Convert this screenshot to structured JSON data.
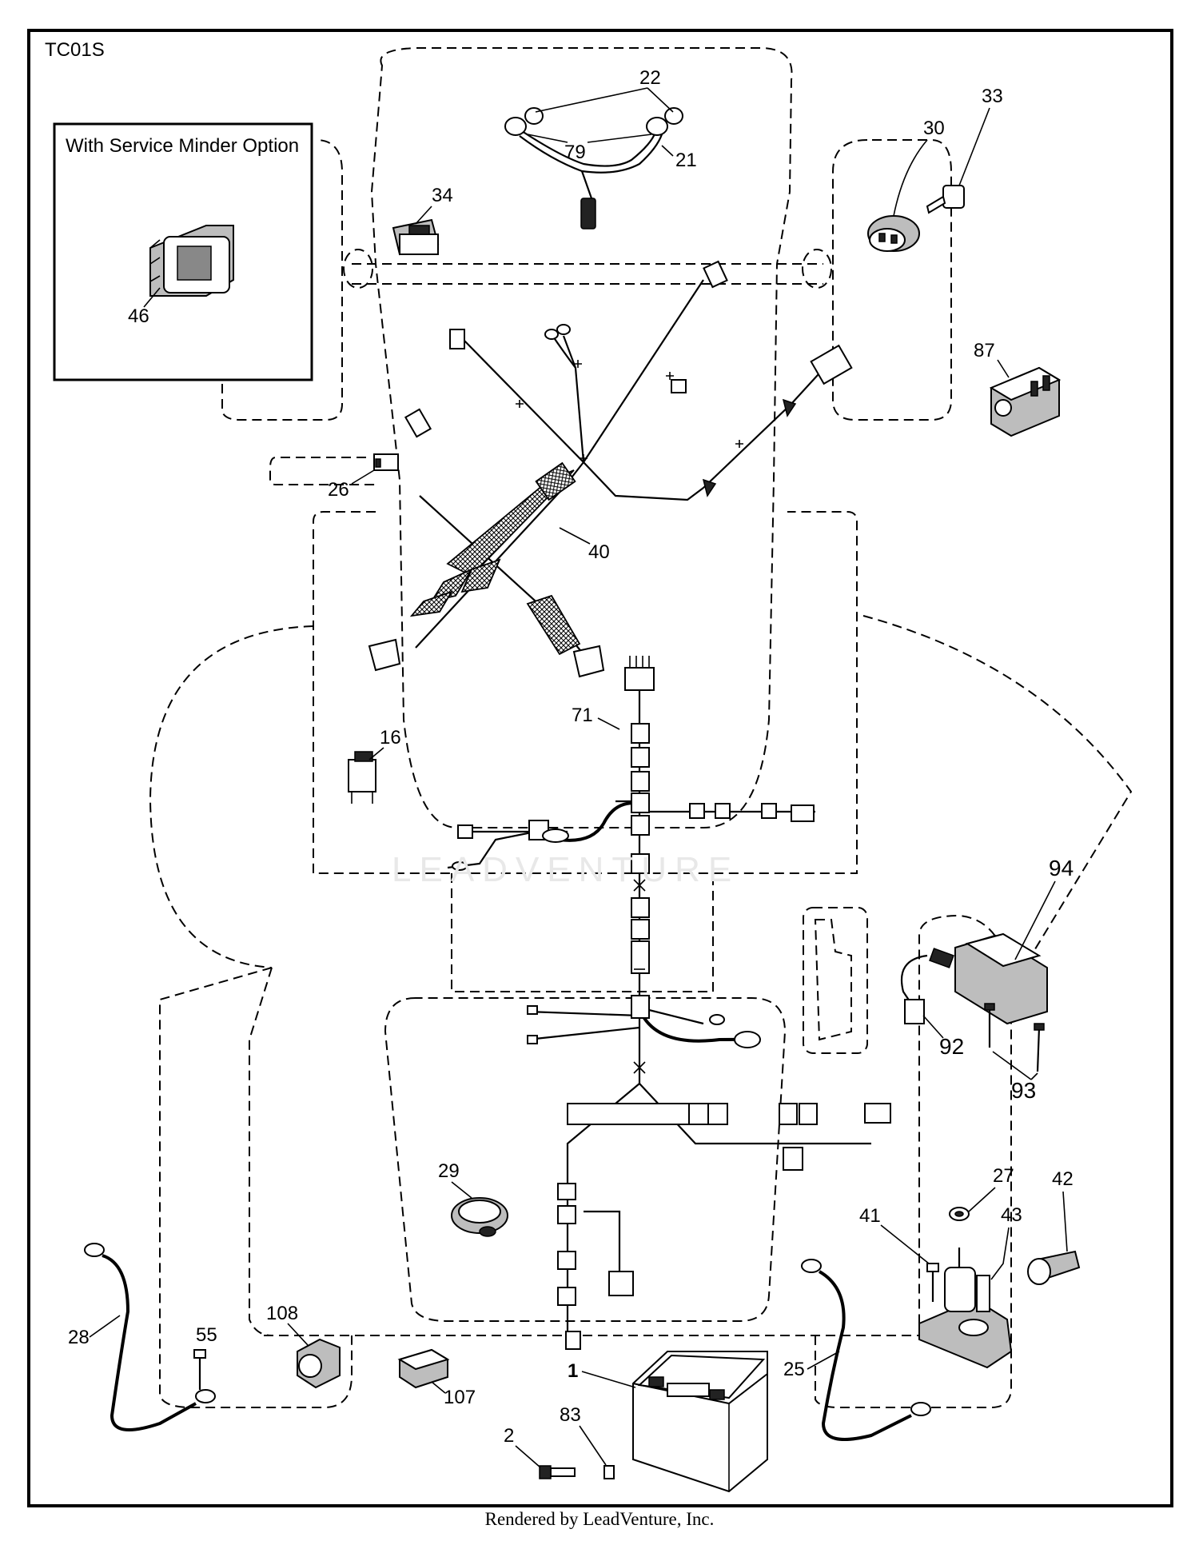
{
  "diagram_code": "TC01S",
  "inset": {
    "title": "With Service Minder Option",
    "part": "46"
  },
  "watermark": "LEADVENTURE",
  "footer": "Rendered by LeadVenture, Inc.",
  "callouts": {
    "c22": "22",
    "c79": "79",
    "c21": "21",
    "c34": "34",
    "c30": "30",
    "c33": "33",
    "c87": "87",
    "c26": "26",
    "c40": "40",
    "c71": "71",
    "c16": "16",
    "c94": "94",
    "c92": "92",
    "c93": "93",
    "c29": "29",
    "c27": "27",
    "c42": "42",
    "c41": "41",
    "c43": "43",
    "c28": "28",
    "c55": "55",
    "c108": "108",
    "c107": "107",
    "c1": "1",
    "c25": "25",
    "c2": "2",
    "c83": "83"
  }
}
